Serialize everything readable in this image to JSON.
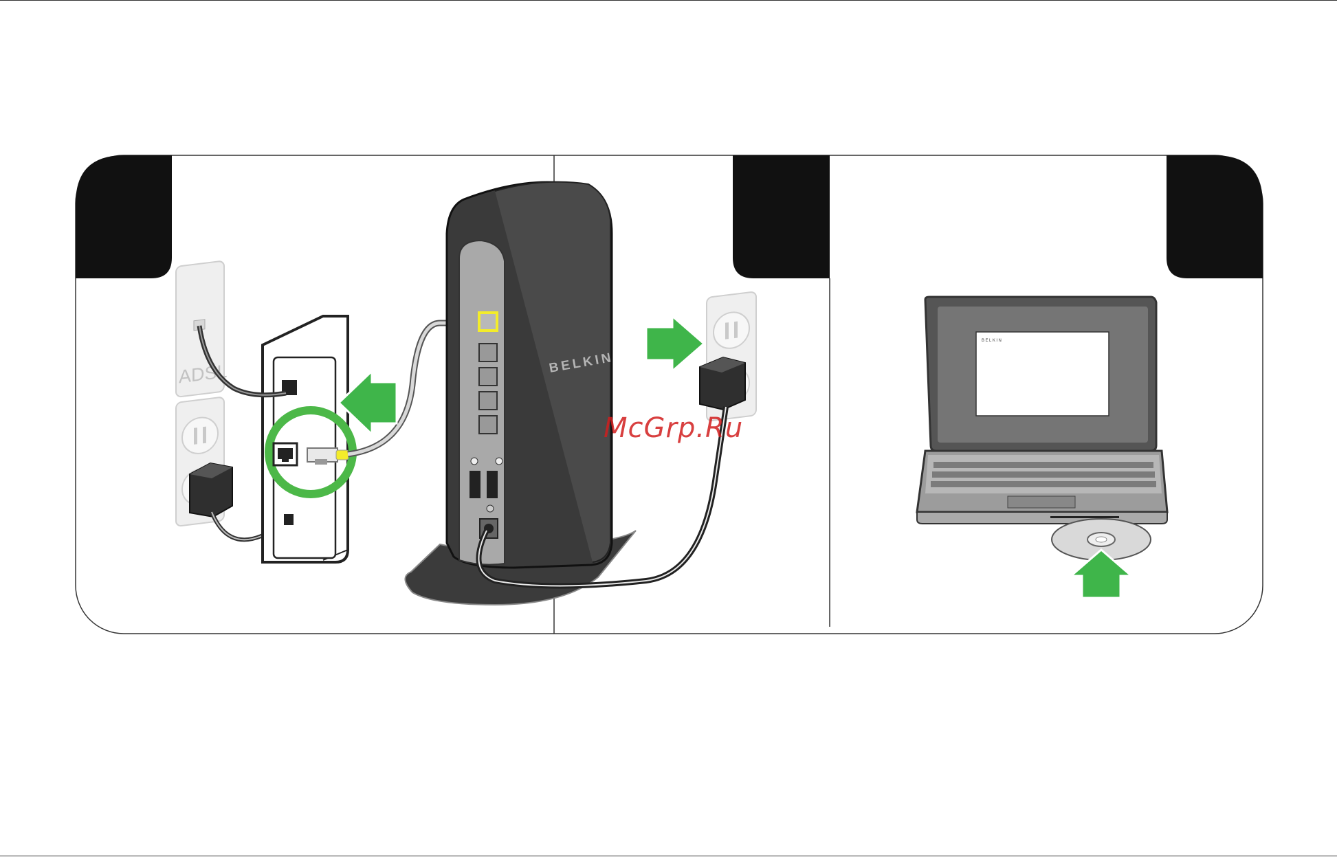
{
  "labels": {
    "adsl": "ADSL",
    "router_brand": "BELKIN",
    "screen_brand": "BELKIN"
  },
  "watermark": "McGrp.Ru",
  "colors": {
    "arrow_green": "#3fb54a",
    "ring_green": "#4cb848",
    "ethernet_yellow": "#f3ec2a",
    "device_dark": "#3a3a3a",
    "panel_border": "#333333"
  },
  "icons": [
    "step-tab",
    "adsl-wall-jack",
    "power-outlet",
    "modem",
    "ethernet-port",
    "router",
    "laptop",
    "cd-disc",
    "green-arrow"
  ]
}
